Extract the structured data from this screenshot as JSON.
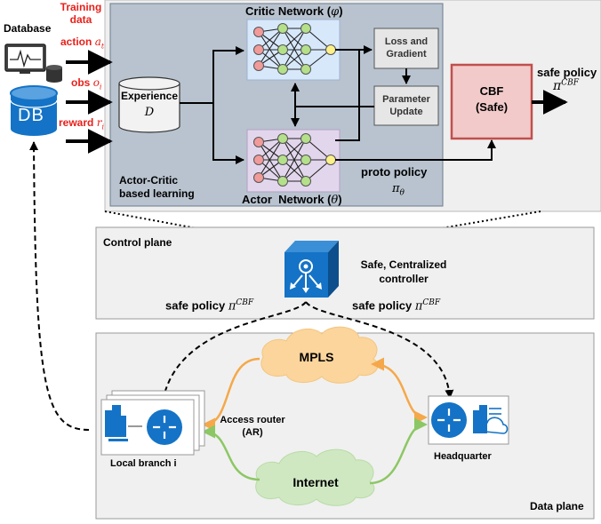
{
  "top": {
    "database_label": "Database",
    "training_data_label": "Training data",
    "action_label": "action",
    "action_sym": "a",
    "action_sub": "t",
    "obs_label": "obs",
    "obs_sym": "o",
    "obs_sub": "i",
    "reward_label": "reward",
    "reward_sym": "r",
    "reward_sub": "i",
    "db_text": "DB",
    "critic_title": "Critic Network (",
    "critic_sym": "φ",
    "close_paren": ")",
    "actor_title": "Actor  Network (",
    "actor_sym": "θ",
    "experience_label": "Experience",
    "experience_sym": "D",
    "loss_label": "Loss and Gradient",
    "update_label": "Parameter Update",
    "actor_critic_label": "Actor-Critic based learning",
    "proto_policy_label": "proto policy",
    "proto_sym": "π",
    "proto_sub": "θ",
    "cbf_label": "CBF",
    "cbf_sub": "(Safe)",
    "safe_policy_label": "safe policy",
    "safe_sym": "π",
    "safe_sup": "CBF"
  },
  "control": {
    "title": "Control plane",
    "controller_label": "Safe, Centralized controller",
    "left_policy": "safe policy",
    "right_policy": "safe policy",
    "pi": "π",
    "sup": "CBF"
  },
  "data_plane": {
    "title": "Data plane",
    "mpls": "MPLS",
    "internet": "Internet",
    "branch_label": "Local branch i",
    "hq_label": "Headquarter",
    "ar_label": "Access router (AR)"
  },
  "colors": {
    "panel_fill": "#b8c3cf",
    "critic_fill": "#d7e8fb",
    "actor_fill": "#e2d6ec",
    "cbf_fill": "#f2caca",
    "cbf_border": "#c0504d",
    "db_blue": "#1473c6",
    "cloud_orange": "#fbd59b",
    "cloud_green": "#cfe8c2",
    "link_orange": "#f5a84a",
    "link_green": "#8cc765",
    "router_blue": "#1473c6"
  }
}
